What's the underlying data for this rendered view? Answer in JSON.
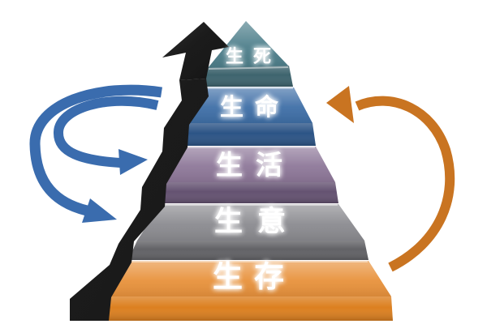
{
  "diagram": {
    "type": "stepped-pyramid",
    "background": "#ffffff",
    "label_color": "#ffffff",
    "levels": [
      {
        "name": "life-death",
        "label": "生死",
        "face_color": "#4e7f8b",
        "side_color": "#3e646e"
      },
      {
        "name": "life",
        "label": "生命",
        "face_color": "#3f6fa7",
        "side_color": "#2c5486"
      },
      {
        "name": "living",
        "label": "生活",
        "face_color": "#8e7899",
        "side_color": "#645271"
      },
      {
        "name": "business",
        "label": "生意",
        "face_color": "#8b8b90",
        "side_color": "#626266"
      },
      {
        "name": "survival",
        "label": "生存",
        "face_color": "#e8923c",
        "side_color": "#dc8020"
      }
    ],
    "arrows": {
      "ascend": {
        "name": "ascending-step-arrow",
        "color": "#191919"
      },
      "left_cycle": {
        "name": "blue-cycle-arrow",
        "color": "#3a6cae"
      },
      "right_cycle": {
        "name": "orange-cycle-arrow",
        "color": "#c97421"
      }
    }
  }
}
